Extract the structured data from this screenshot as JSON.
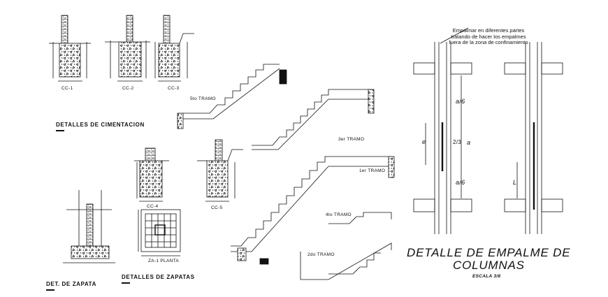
{
  "foundation": {
    "sections": [
      "CC-1",
      "CC-2",
      "CC-3",
      "CC-4",
      "CC-5"
    ],
    "title": "DETALLES DE CIMENTACION"
  },
  "footing": {
    "title": "DET.  DE ZAPATA",
    "plan_label": "ZA-1  PLANTA",
    "group_title": "DETALLES DE ZAPATAS"
  },
  "stairs": {
    "flights": [
      "5to TRAMO",
      "3er TRAMO",
      "1er TRAMO",
      "4to TRAMO",
      "2do TRAMO"
    ]
  },
  "splice": {
    "note": "Empalmar en diferentes partes tratando de hacer los empalmes fuera de la zona de confinamiento",
    "dims": [
      "a/6",
      "e",
      "2/3",
      "a",
      "a/6",
      "L"
    ],
    "title_line1": "DETALLE DE EMPALME DE",
    "title_line2": "COLUMNAS",
    "scale": "ESCALA 3/8"
  }
}
